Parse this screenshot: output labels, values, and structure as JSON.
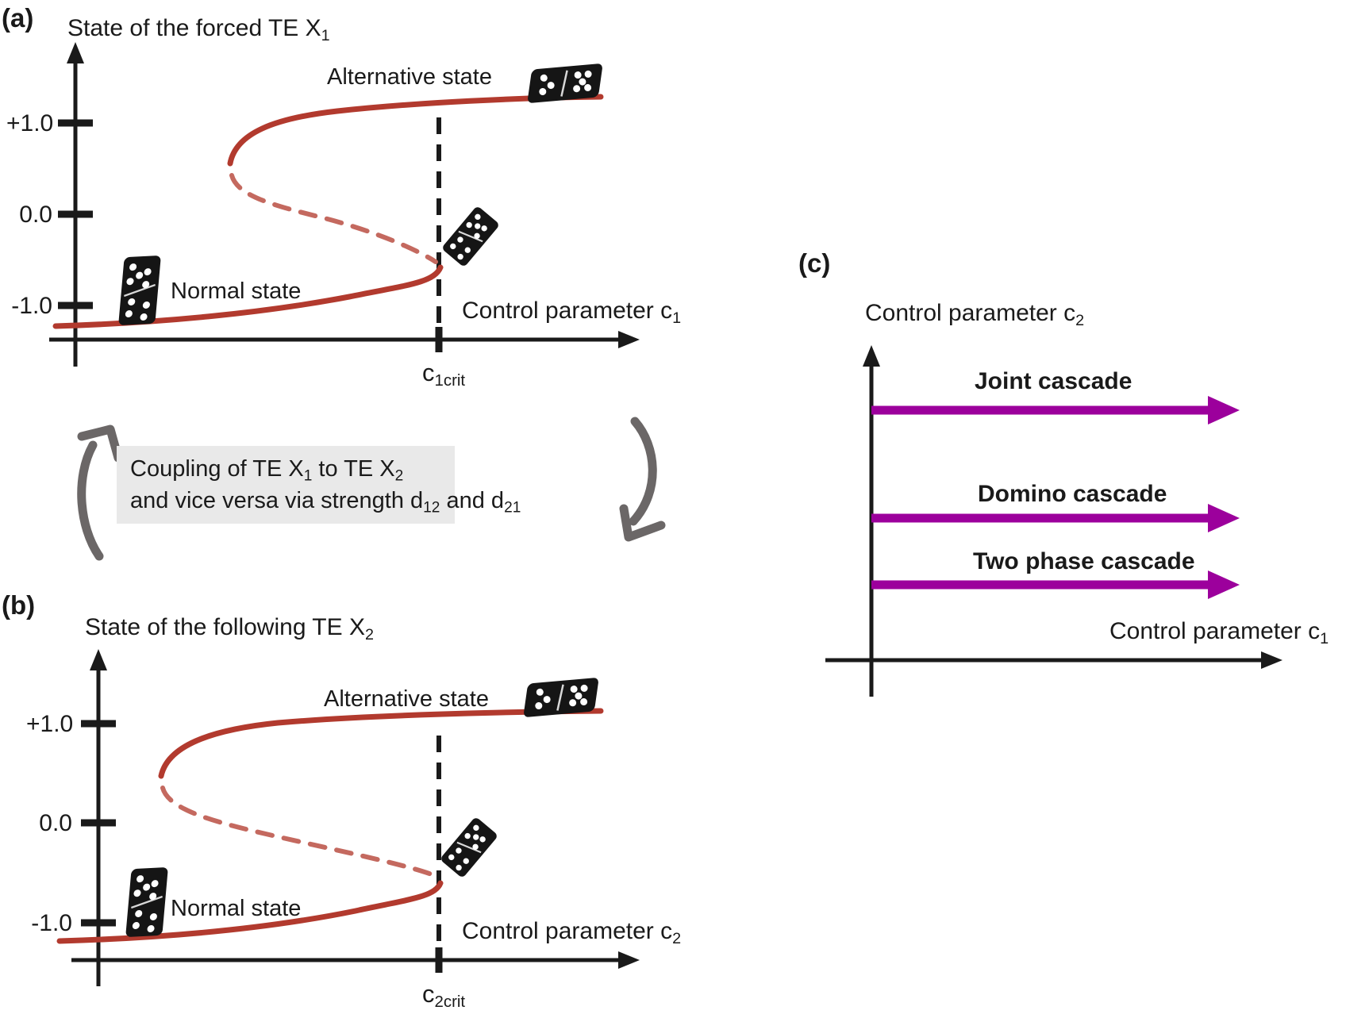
{
  "colors": {
    "curve_solid": "#b23a2e",
    "curve_dashed": "#c4695f",
    "cascade_purple": "#9c009c",
    "coupling_arrow_gray": "#6b6767",
    "coupling_box_bg": "#e9e9e9",
    "ink": "#1a1a1a"
  },
  "panel_a": {
    "label": "(a)",
    "y_axis_title": {
      "text": "State of the forced TE X",
      "sub": "1"
    },
    "x_axis_title": {
      "text": "Control parameter c",
      "sub": "1"
    },
    "y_ticks": [
      "+1.0",
      "0.0",
      "-1.0"
    ],
    "critical_value": {
      "base": "c",
      "sub": "1crit"
    },
    "alternative_state_label": "Alternative state",
    "normal_state_label": "Normal state"
  },
  "coupling": {
    "line1": [
      {
        "t": "Coupling of TE X"
      },
      {
        "s": "1"
      },
      {
        "t": " to TE X"
      },
      {
        "s": "2"
      }
    ],
    "line2": [
      {
        "t": "and vice versa via strength d"
      },
      {
        "s": "12"
      },
      {
        "t": " and d"
      },
      {
        "s": "21"
      }
    ]
  },
  "panel_b": {
    "label": "(b)",
    "y_axis_title": {
      "text": "State of the following TE X",
      "sub": "2"
    },
    "x_axis_title": {
      "text": "Control parameter c",
      "sub": "2"
    },
    "y_ticks": [
      "+1.0",
      "0.0",
      "-1.0"
    ],
    "critical_value": {
      "base": "c",
      "sub": "2crit"
    },
    "alternative_state_label": "Alternative state",
    "normal_state_label": "Normal state"
  },
  "panel_c": {
    "label": "(c)",
    "y_axis_title": {
      "text": "Control parameter c",
      "sub": "2"
    },
    "x_axis_title": {
      "text": "Control parameter c",
      "sub": "1"
    },
    "arrows": [
      {
        "label": "Joint cascade"
      },
      {
        "label": "Domino cascade"
      },
      {
        "label": "Two phase cascade"
      }
    ]
  }
}
